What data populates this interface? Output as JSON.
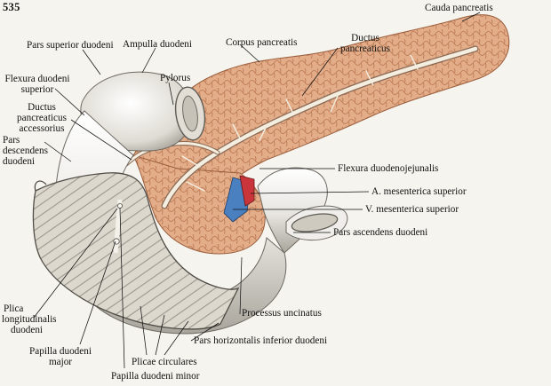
{
  "figure_number": "535",
  "labels": {
    "cauda_pancreatis": "Cauda pancreatis",
    "pars_superior_duodeni": "Pars superior duodeni",
    "ampulla_duodeni": "Ampulla duodeni",
    "pylorus": "Pylorus",
    "corpus_pancreatis": "Corpus pancreatis",
    "ductus_pancreaticus_line1": "Ductus",
    "ductus_pancreaticus_line2": "pancreaticus",
    "flexura_duodeni_superior_line1": "Flexura duodeni",
    "flexura_duodeni_superior_line2": "superior",
    "ductus_accessorius_line1": "Ductus",
    "ductus_accessorius_line2": "pancreaticus",
    "ductus_accessorius_line3": "accessorius",
    "pars_descendens_line1": "Pars",
    "pars_descendens_line2": "descendens",
    "pars_descendens_line3": "duodeni",
    "flexura_duodenojejunalis": "Flexura duodenojejunalis",
    "a_mesenterica_superior": "A. mesenterica superior",
    "v_mesenterica_superior": "V. mesenterica superior",
    "pars_ascendens_duodeni": "Pars ascendens duodeni",
    "plica_longitudinalis_line1": "Plica",
    "plica_longitudinalis_line2": "longitudinalis",
    "plica_longitudinalis_line3": "duodeni",
    "processus_uncinatus": "Processus uncinatus",
    "pars_horizontalis_inferior_duodeni": "Pars horizontalis inferior duodeni",
    "papilla_duodeni_major_line1": "Papilla duodeni",
    "papilla_duodeni_major_line2": "major",
    "plicae_circulares": "Plicae circulares",
    "papilla_duodeni_minor": "Papilla duodeni minor"
  },
  "colors": {
    "background": "#f6f4ee",
    "pancreas": "#e3ad8a",
    "pancreas_lobule": "#b9764f",
    "duodenum": "#efeeea",
    "duodenum_shade": "#a9a59c",
    "mucosa": "#ddd8ce",
    "duct": "#f4eee0",
    "artery": "#c9353a",
    "vein": "#4a7fc0",
    "leader": "#111111"
  }
}
